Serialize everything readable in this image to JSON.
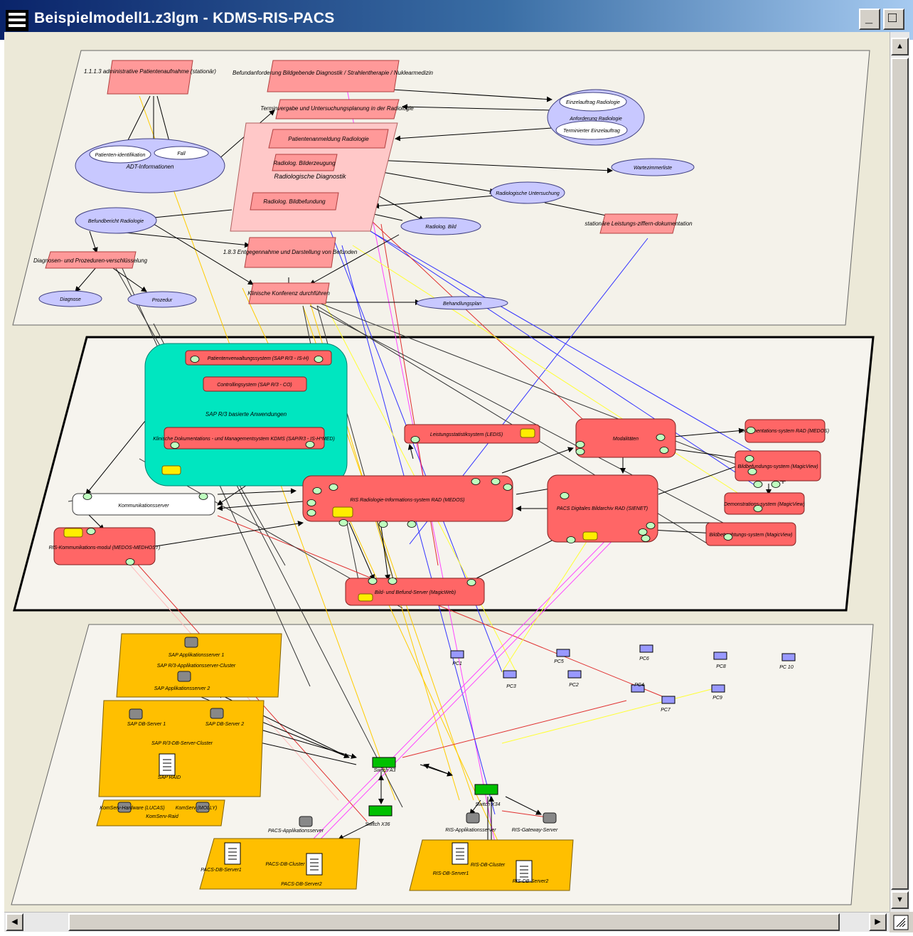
{
  "window": {
    "title": "Beispielmodell1.z3lgm - KDMS-RIS-PACS",
    "minimize_label": "_",
    "maximize_label": "□"
  },
  "scrollbars": {
    "up_arrow": "▲",
    "down_arrow": "▼",
    "left_arrow": "◀",
    "right_arrow": "▶"
  },
  "colors": {
    "title_bar": "#0a246a",
    "function_box": "#ff9999",
    "entity_ellipse": "#c8c8ff",
    "component_box": "#ff6666",
    "sap_group": "#00e6c0",
    "hardware_cluster": "#ffbf00",
    "layer_background": "#f4f2ea",
    "connector_blue": "#3333ff",
    "connector_yellow": "#ffff33",
    "connector_magenta": "#ff44ff",
    "connector_red": "#e03030"
  },
  "domain_layer": {
    "functions": [
      {
        "id": "f_adt",
        "label": "1.1.1.3 administrative Patientenaufnahme (stationär)"
      },
      {
        "id": "f_bef",
        "label": "Befundanforderung Bildgebende Diagnostik / Strahlentherapie / Nuklearmedizin"
      },
      {
        "id": "f_term",
        "label": "Terminvergabe und Untersuchungsplanung in der Radiologie"
      },
      {
        "id": "f_pat",
        "label": "Patientenanmeldung Radiologie"
      },
      {
        "id": "f_bilderz",
        "label": "Radiolog. Bilderzeugung"
      },
      {
        "id": "f_radgroup",
        "label": "Radiologische Diagnostik"
      },
      {
        "id": "f_bildbef",
        "label": "Radiolog. Bildbefundung"
      },
      {
        "id": "f_diag",
        "label": "Diagnosen- und Prozeduren-verschlüsselung"
      },
      {
        "id": "f_ent",
        "label": "1.8.3 Entgegennahme und Darstellung von Befunden"
      },
      {
        "id": "f_klin",
        "label": "Klinische Konferenz durchführen"
      },
      {
        "id": "f_stat",
        "label": "stationäre Leistungs-ziffern-dokumentation"
      }
    ],
    "entities": [
      {
        "id": "e_adtinfo",
        "label": "ADT-Informationen"
      },
      {
        "id": "e_patid",
        "label": "Patienten-identifikation"
      },
      {
        "id": "e_fall",
        "label": "Fall"
      },
      {
        "id": "e_auftrag",
        "label": "Anforderung Radiologie"
      },
      {
        "id": "e_einzel",
        "label": "Einzelauftrag Radiologie"
      },
      {
        "id": "e_termauf",
        "label": "Terminierter Einzelauftrag"
      },
      {
        "id": "e_warte",
        "label": "Wartezimmerliste"
      },
      {
        "id": "e_radunt",
        "label": "Radiologische Untersuchung"
      },
      {
        "id": "e_befber",
        "label": "Befundbericht Radiologie"
      },
      {
        "id": "e_bild",
        "label": "Radiolog. Bild"
      },
      {
        "id": "e_diagnose",
        "label": "Diagnose"
      },
      {
        "id": "e_prozedur",
        "label": "Prozedur"
      },
      {
        "id": "e_behand",
        "label": "Behandlungsplan"
      }
    ]
  },
  "logical_layer": {
    "sap_group_label": "SAP R/3 basierte Anwendungen",
    "components": [
      {
        "id": "c_pvs",
        "label": "Patientenverwaltungssystem (SAP R/3 - IS-H)"
      },
      {
        "id": "c_ctrl",
        "label": "Controllingsystem (SAP R/3 - CO)"
      },
      {
        "id": "c_kdms",
        "label": "Klinische Dokumentations - und Managementsystem KDMS (SAP/R3 - IS-H*MED)"
      },
      {
        "id": "c_kom",
        "label": "Kommunikationsserver"
      },
      {
        "id": "c_risk",
        "label": "RIS-Kommunikations-modul (MEDOS-MEDHOST)"
      },
      {
        "id": "c_leist",
        "label": "Leistungsstatistiksystem (LEDIS)"
      },
      {
        "id": "c_ris",
        "label": "RIS Radiologie-Informations-system RAD (MEDOS)"
      },
      {
        "id": "c_mod",
        "label": "Modalitäten"
      },
      {
        "id": "c_pacs",
        "label": "PACS Digitales Bildarchiv RAD (SIENET)"
      },
      {
        "id": "c_dok",
        "label": "Dokumentations-system RAD (MEDOS)"
      },
      {
        "id": "c_bbef",
        "label": "Bildbefundungs-system (MagicView)"
      },
      {
        "id": "c_demo",
        "label": "Demonstrations-system (MagicView)"
      },
      {
        "id": "c_bbetr",
        "label": "Bildbetrachtungs-system (MagicView)"
      },
      {
        "id": "c_bbs",
        "label": "Bild- und Befund-Server (MagicWeb)"
      }
    ]
  },
  "physical_layer": {
    "clusters": [
      {
        "id": "h_appcl",
        "label": "SAP R/3-Applikationsserver-Cluster"
      },
      {
        "id": "h_dbcl",
        "label": "SAP R/3-DB-Server-Cluster"
      },
      {
        "id": "h_komcl",
        "label": "KomServ-Raid"
      },
      {
        "id": "h_pacsdb",
        "label": "PACS-DB-Cluster"
      },
      {
        "id": "h_risdb",
        "label": "RIS-DB-Cluster"
      }
    ],
    "nodes": [
      {
        "id": "n_app1",
        "label": "SAP Applikationsserver 1"
      },
      {
        "id": "n_app2",
        "label": "SAP Applikationsserver 2"
      },
      {
        "id": "n_db1",
        "label": "SAP DB-Server 1"
      },
      {
        "id": "n_db2",
        "label": "SAP DB-Server 2"
      },
      {
        "id": "n_raid",
        "label": "SAP RAID"
      },
      {
        "id": "n_kh",
        "label": "KomServ-Hardware (LUCAS)"
      },
      {
        "id": "n_ks",
        "label": "KomServ (MOLLY)"
      },
      {
        "id": "n_sa3",
        "label": "Switch A3"
      },
      {
        "id": "n_sx3",
        "label": "Switch X36"
      },
      {
        "id": "n_sx4",
        "label": "Switch X34"
      },
      {
        "id": "n_pacsapp",
        "label": "PACS-Applikationsserver"
      },
      {
        "id": "n_risapp",
        "label": "RIS-Applikationsserver"
      },
      {
        "id": "n_risgw",
        "label": "RIS-Gateway-Server"
      },
      {
        "id": "n_pdb1",
        "label": "PACS-DB-Server1"
      },
      {
        "id": "n_pdb2",
        "label": "PACS-DB-Server2"
      },
      {
        "id": "n_rdb1",
        "label": "RIS-DB-Server1"
      },
      {
        "id": "n_rdb2",
        "label": "RIS-DB-Server2"
      },
      {
        "id": "n_pc1",
        "label": "PC1"
      },
      {
        "id": "n_pc2",
        "label": "PC2"
      },
      {
        "id": "n_pc3",
        "label": "PC3"
      },
      {
        "id": "n_pc4",
        "label": "PC4"
      },
      {
        "id": "n_pc5",
        "label": "PC5"
      },
      {
        "id": "n_pc6",
        "label": "PC6"
      },
      {
        "id": "n_pc7",
        "label": "PC7"
      },
      {
        "id": "n_pc8",
        "label": "PC8"
      },
      {
        "id": "n_pc9",
        "label": "PC9"
      },
      {
        "id": "n_pc10",
        "label": "PC 10"
      }
    ]
  }
}
